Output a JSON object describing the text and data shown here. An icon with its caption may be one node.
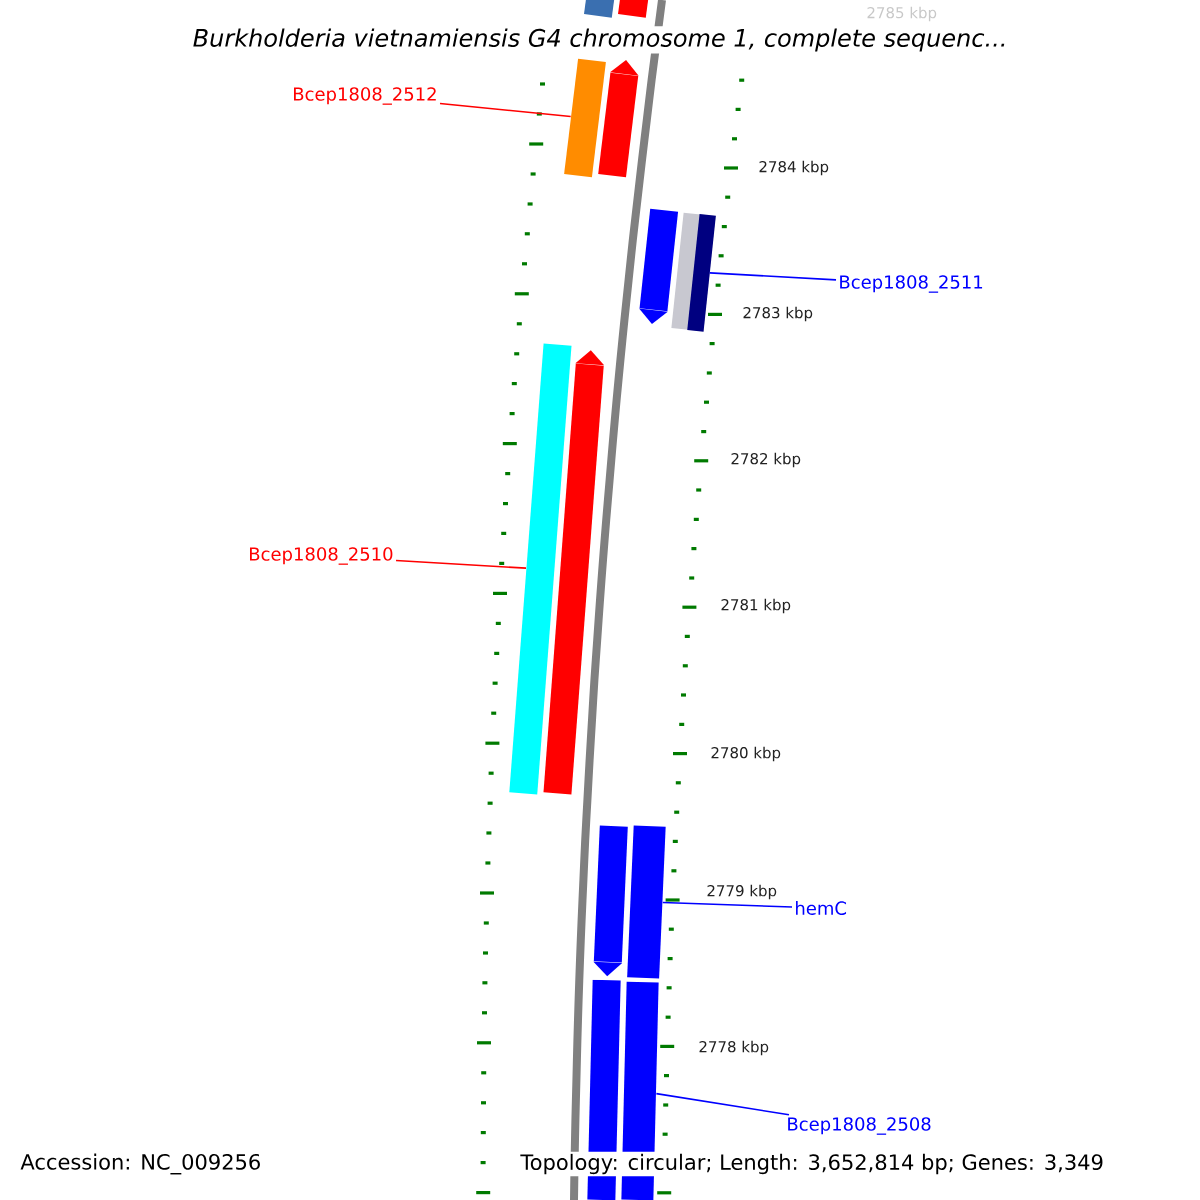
{
  "diagram": {
    "title": "Burkholderia vietnamiensis G4 chromosome 1, complete sequenc...",
    "nodes": [
      {
        "text": [
          "Bcep1808_2512"
        ]
      },
      {
        "text": [],
        "shape": "bar"
      },
      {
        "text": [
          "Bcep1808_2511"
        ]
      },
      {
        "text": [],
        "shape": "bar"
      },
      {
        "text": [
          "Bcep1808_2510"
        ]
      },
      {
        "text": [],
        "shape": "bar"
      },
      {
        "text": [
          "hemC"
        ]
      },
      {
        "text": [],
        "shape": "bar"
      },
      {
        "text": [
          "Bcep1808_2508"
        ]
      },
      {
        "text": [],
        "shape": "bar"
      },
      {
        "text": [],
        "shape": "bar"
      },
      {
        "text": [],
        "shape": "bar"
      },
      {
        "text": [],
        "shape": "arrow"
      },
      {
        "text": [],
        "shape": "arrow"
      },
      {
        "text": [],
        "shape": "arrow"
      },
      {
        "text": [],
        "shape": "arrow"
      },
      {
        "text": [],
        "shape": "bar"
      }
    ],
    "edges": [
      {
        "from": 0,
        "to": 1,
        "arrow": "none",
        "color": "#ff0000"
      },
      {
        "from": 2,
        "to": 3,
        "arrow": "none",
        "color": "#0000ff"
      },
      {
        "from": 4,
        "to": 5,
        "arrow": "none",
        "color": "#ff0000"
      },
      {
        "from": 6,
        "to": 7,
        "arrow": "none",
        "color": "#0000ff"
      },
      {
        "from": 8,
        "to": 9,
        "arrow": "none",
        "color": "#0000ff"
      }
    ],
    "labels": [
      "2785 kbp",
      "2784 kbp",
      "2783 kbp",
      "2782 kbp",
      "2781 kbp",
      "2780 kbp",
      "2779 kbp",
      "2778 kbp",
      "Accession: NC_009256",
      "Topology: circular; Length: 3,652,814 bp; Genes: 3,349"
    ]
  }
}
